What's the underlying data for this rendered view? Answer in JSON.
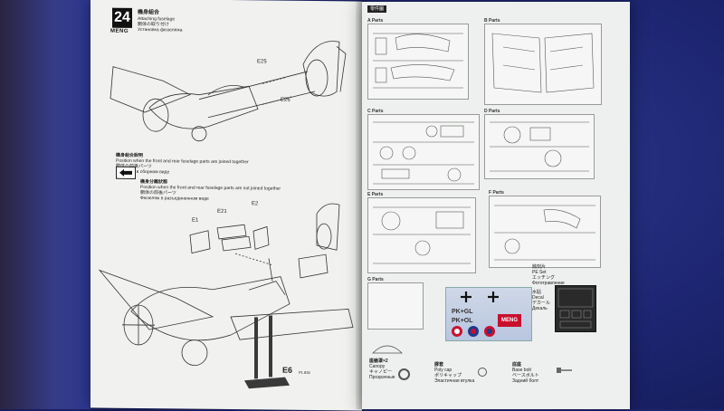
{
  "left_page": {
    "step_number": "24",
    "brand": "MENG",
    "step_title_cn": "機身組合",
    "step_title_en": "Attaching fuselage",
    "step_title_jp": "胴体の取り付け",
    "step_title_ru": "Установка фюзеляжа",
    "labels": {
      "e25": "E25",
      "e26": "E26",
      "e1": "E1",
      "e21": "E21",
      "e2": "E2",
      "e6": "E6",
      "e6_ref": "P1.836"
    },
    "note1_cn": "機身組合說明",
    "note1_en": "Position when the front and rear fuselage parts are joined together",
    "note1_jp": "胴体の前後パーツ",
    "note1_ru": "Фюзеляж в сборном виде",
    "note2_cn": "機身分離狀態",
    "note2_en": "Position when the front and rear fuselage parts are not joined together",
    "note2_jp": "胴体の前後パーツ",
    "note2_ru": "Фюзеляж в разъединенном виде"
  },
  "right_page": {
    "header_tag": "零件圖",
    "parts": {
      "a": "A Parts",
      "b": "B Parts",
      "c": "C Parts",
      "d": "D Parts",
      "e": "E Parts",
      "f": "F Parts",
      "g": "G Parts"
    },
    "decal_brand": "MENG",
    "decal_label_cn": "水貼",
    "decal_label_en": "Decal",
    "decal_label_jp": "デカール",
    "decal_label_ru": "Декаль",
    "pe_label_cn": "蝕刻片",
    "pe_label_en": "PE Set",
    "pe_label_jp": "エッチング",
    "pe_label_ru": "Фототравление",
    "canopy_label_cn": "座艙罩×2",
    "canopy_label_en": "Canopy",
    "canopy_label_jp": "キャノピー",
    "canopy_label_ru": "Прозрачные",
    "poly_label_cn": "膠套",
    "poly_label_en": "Poly cap",
    "poly_label_jp": "ポリキャップ",
    "poly_label_ru": "Эластичная втулка",
    "base_label_cn": "底座",
    "base_label_en": "Base bolt",
    "base_label_jp": "ベースボルト",
    "base_label_ru": "Задний болт"
  }
}
